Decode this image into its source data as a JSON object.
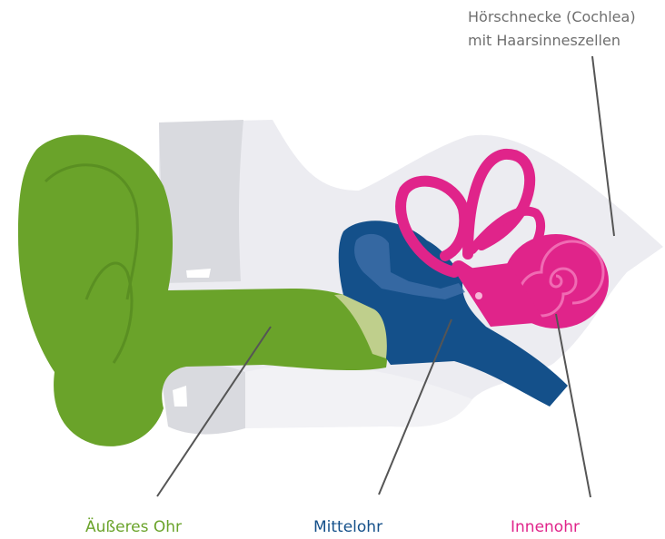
{
  "labels": {
    "cochlea_line1": "Hörschnecke (Cochlea)",
    "cochlea_line2": "mit Haarsinneszellen",
    "outer_ear": "Äußeres Ohr",
    "middle_ear": "Mittelohr",
    "inner_ear": "Innenohr"
  },
  "colors": {
    "outer_ear": "#6aa32a",
    "middle_ear": "#14508a",
    "inner_ear": "#e0248a",
    "tissue": "#ececf1",
    "bone": "#d9dadf",
    "leader": "#555555",
    "label_gray": "#6f6f6f"
  }
}
